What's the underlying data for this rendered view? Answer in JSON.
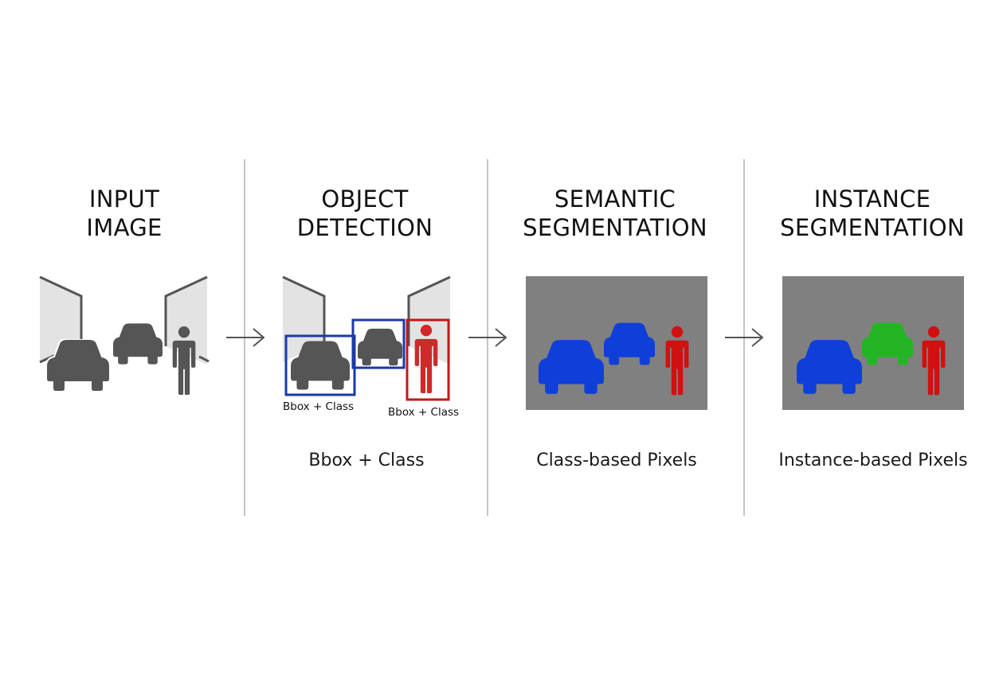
{
  "panels": [
    {
      "title_line1": "INPUT",
      "title_line2": "IMAGE",
      "caption": ""
    },
    {
      "title_line1": "OBJECT",
      "title_line2": "DETECTION",
      "caption": "Bbox + Class"
    },
    {
      "title_line1": "SEMANTIC",
      "title_line2": "SEGMENTATION",
      "caption": "Class-based Pixels"
    },
    {
      "title_line1": "INSTANCE",
      "title_line2": "SEGMENTATION",
      "caption": "Instance-based Pixels"
    }
  ],
  "detection_labels": {
    "car_box_label": "Bbox + Class",
    "person_box_label": "Bbox + Class"
  },
  "icons": [
    "car-icon",
    "person-icon",
    "building-icon",
    "arrow-right-icon"
  ],
  "colors": {
    "icon_gray": "#555555",
    "wall_gray": "#e3e3e3",
    "seg_background": "#808080",
    "car_class_blue": "#0f3fd8",
    "person_class_red": "#d11010",
    "instance_green": "#23b523",
    "bbox_blue": "#1a3aa8",
    "bbox_red": "#c41818"
  }
}
